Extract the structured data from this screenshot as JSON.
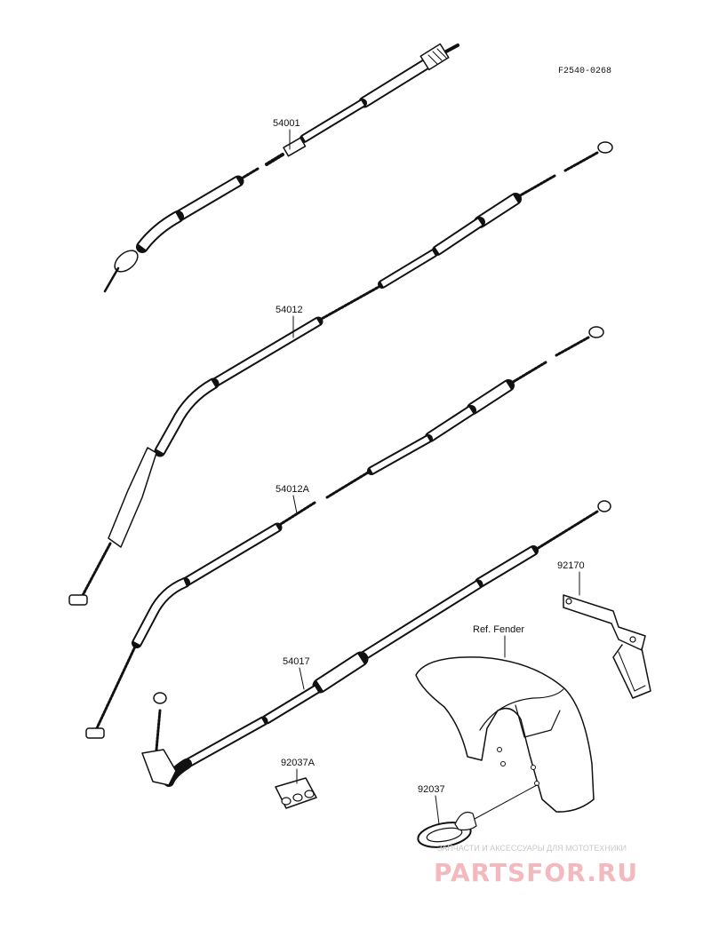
{
  "diagram": {
    "reference_code": "F2540-0268",
    "callouts": [
      {
        "id": "54001",
        "label": "54001"
      },
      {
        "id": "54012",
        "label": "54012"
      },
      {
        "id": "54012A",
        "label": "54012A"
      },
      {
        "id": "54017",
        "label": "54017"
      },
      {
        "id": "92170",
        "label": "92170"
      },
      {
        "id": "ref-fender",
        "label": "Ref. Fender"
      },
      {
        "id": "92037A",
        "label": "92037A"
      },
      {
        "id": "92037",
        "label": "92037"
      }
    ]
  },
  "watermark": {
    "tagline": "ЗАПЧАСТИ И АКСЕССУАРЫ ДЛЯ МОТОТЕХНИКИ",
    "logo": "PARTSFOR.RU",
    "logo_color": "#f2b9be"
  }
}
